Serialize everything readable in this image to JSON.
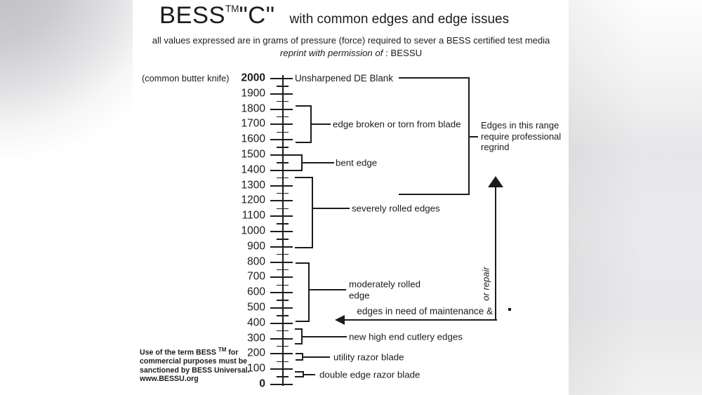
{
  "page": {
    "paper_color": "#ffffff",
    "ink_color": "#1c1c1c",
    "scan_grey_left": "#c3c3c6",
    "scan_grey_right": "#e8e8ea"
  },
  "header": {
    "title_main": "BESS",
    "title_tm": "TM",
    "title_c": "\"C\"",
    "title_rest": "with common edges and edge issues",
    "subtitle": "all values expressed are in grams of pressure (force) required to sever a BESS certified test media",
    "reprint_italic": "reprint with permission of",
    "reprint_suffix": ": BESSU"
  },
  "scale": {
    "unit": "grams of pressure (force)",
    "min": 0,
    "max": 2000,
    "major_step": 100,
    "minor_step": 50,
    "major_ticks": [
      2000,
      1900,
      1800,
      1700,
      1600,
      1500,
      1400,
      1300,
      1200,
      1100,
      1000,
      900,
      800,
      700,
      600,
      500,
      400,
      300,
      200,
      100,
      0
    ],
    "bold_labels": [
      2000,
      0
    ],
    "top_note": "(common butter knife)"
  },
  "annotations": {
    "top_label": {
      "value": 2000,
      "label": "Unsharpened DE Blank"
    },
    "brackets": [
      {
        "id": "broken",
        "label": "edge broken or torn from blade",
        "range_g": [
          1580,
          1825
        ]
      },
      {
        "id": "bent",
        "label": "bent edge",
        "range_g": [
          1395,
          1505
        ]
      },
      {
        "id": "severe",
        "label": "severely rolled edges",
        "range_g": [
          890,
          1360
        ]
      },
      {
        "id": "moderate",
        "label": "moderately rolled edge",
        "range_g": [
          410,
          800
        ]
      },
      {
        "id": "newhigh",
        "label": "new high end cutlery edges",
        "range_g": [
          260,
          365
        ]
      },
      {
        "id": "utility",
        "label": "utility razor blade",
        "range_g": [
          155,
          205
        ]
      },
      {
        "id": "doubleedge",
        "label": "double edge razor blade",
        "range_g": [
          45,
          85
        ]
      }
    ],
    "regrind_note": {
      "range_g": [
        1245,
        2000
      ],
      "lines": [
        "Edges in this range",
        "require professional",
        "regrind"
      ]
    },
    "maintenance_arrow": {
      "label": "edges in need of maintenance &",
      "vertical_label": "or repair",
      "from_g": 420,
      "to_g": 1320
    }
  },
  "footnote": {
    "line1_pre": "Use of the term BESS",
    "line1_tm": "TM",
    "line1_post": "for",
    "line2": "commercial purposes must be",
    "line3": "sanctioned by BESS Universal.",
    "line4": "www.BESSU.org"
  }
}
